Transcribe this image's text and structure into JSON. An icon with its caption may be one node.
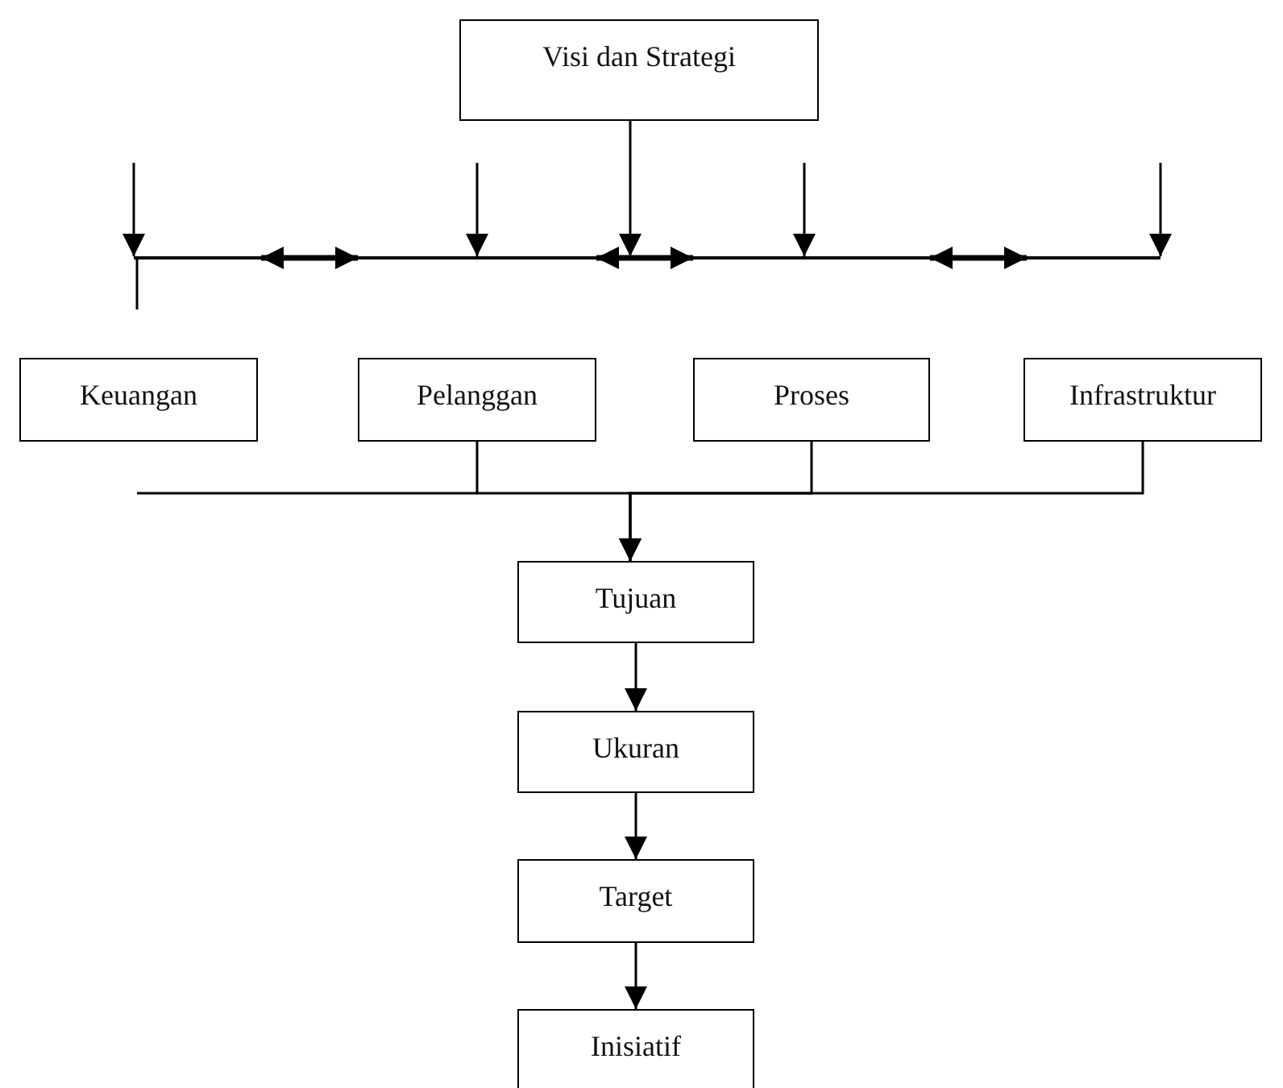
{
  "diagram": {
    "nodes": [
      {
        "text": [
          "Visi dan Strategi"
        ]
      },
      {
        "text": [],
        "shape": "bar"
      },
      {
        "text": [
          "Keuangan"
        ]
      },
      {
        "text": [
          "Pelanggan"
        ]
      },
      {
        "text": [
          "Proses"
        ]
      },
      {
        "text": [
          "Infrastruktur"
        ]
      },
      {
        "text": [
          "Tujuan"
        ]
      },
      {
        "text": [
          "Ukuran"
        ]
      },
      {
        "text": [
          "Target"
        ]
      },
      {
        "text": [
          "Inisiatif"
        ]
      }
    ],
    "edges": [
      {
        "from": 0,
        "to": 1,
        "arrow": "to"
      },
      {
        "from": null,
        "to": 1,
        "arrow": "to"
      },
      {
        "from": null,
        "to": 1,
        "arrow": "to"
      },
      {
        "from": null,
        "to": 1,
        "arrow": "to"
      },
      {
        "from": null,
        "to": 1,
        "arrow": "to"
      },
      {
        "from": 3,
        "to": 6,
        "arrow": "to"
      },
      {
        "from": 4,
        "to": 6,
        "arrow": "to"
      },
      {
        "from": 5,
        "to": 6,
        "arrow": "to"
      },
      {
        "from": 6,
        "to": 7,
        "arrow": "to"
      },
      {
        "from": 7,
        "to": 8,
        "arrow": "to"
      },
      {
        "from": 8,
        "to": 9,
        "arrow": "to"
      }
    ]
  }
}
